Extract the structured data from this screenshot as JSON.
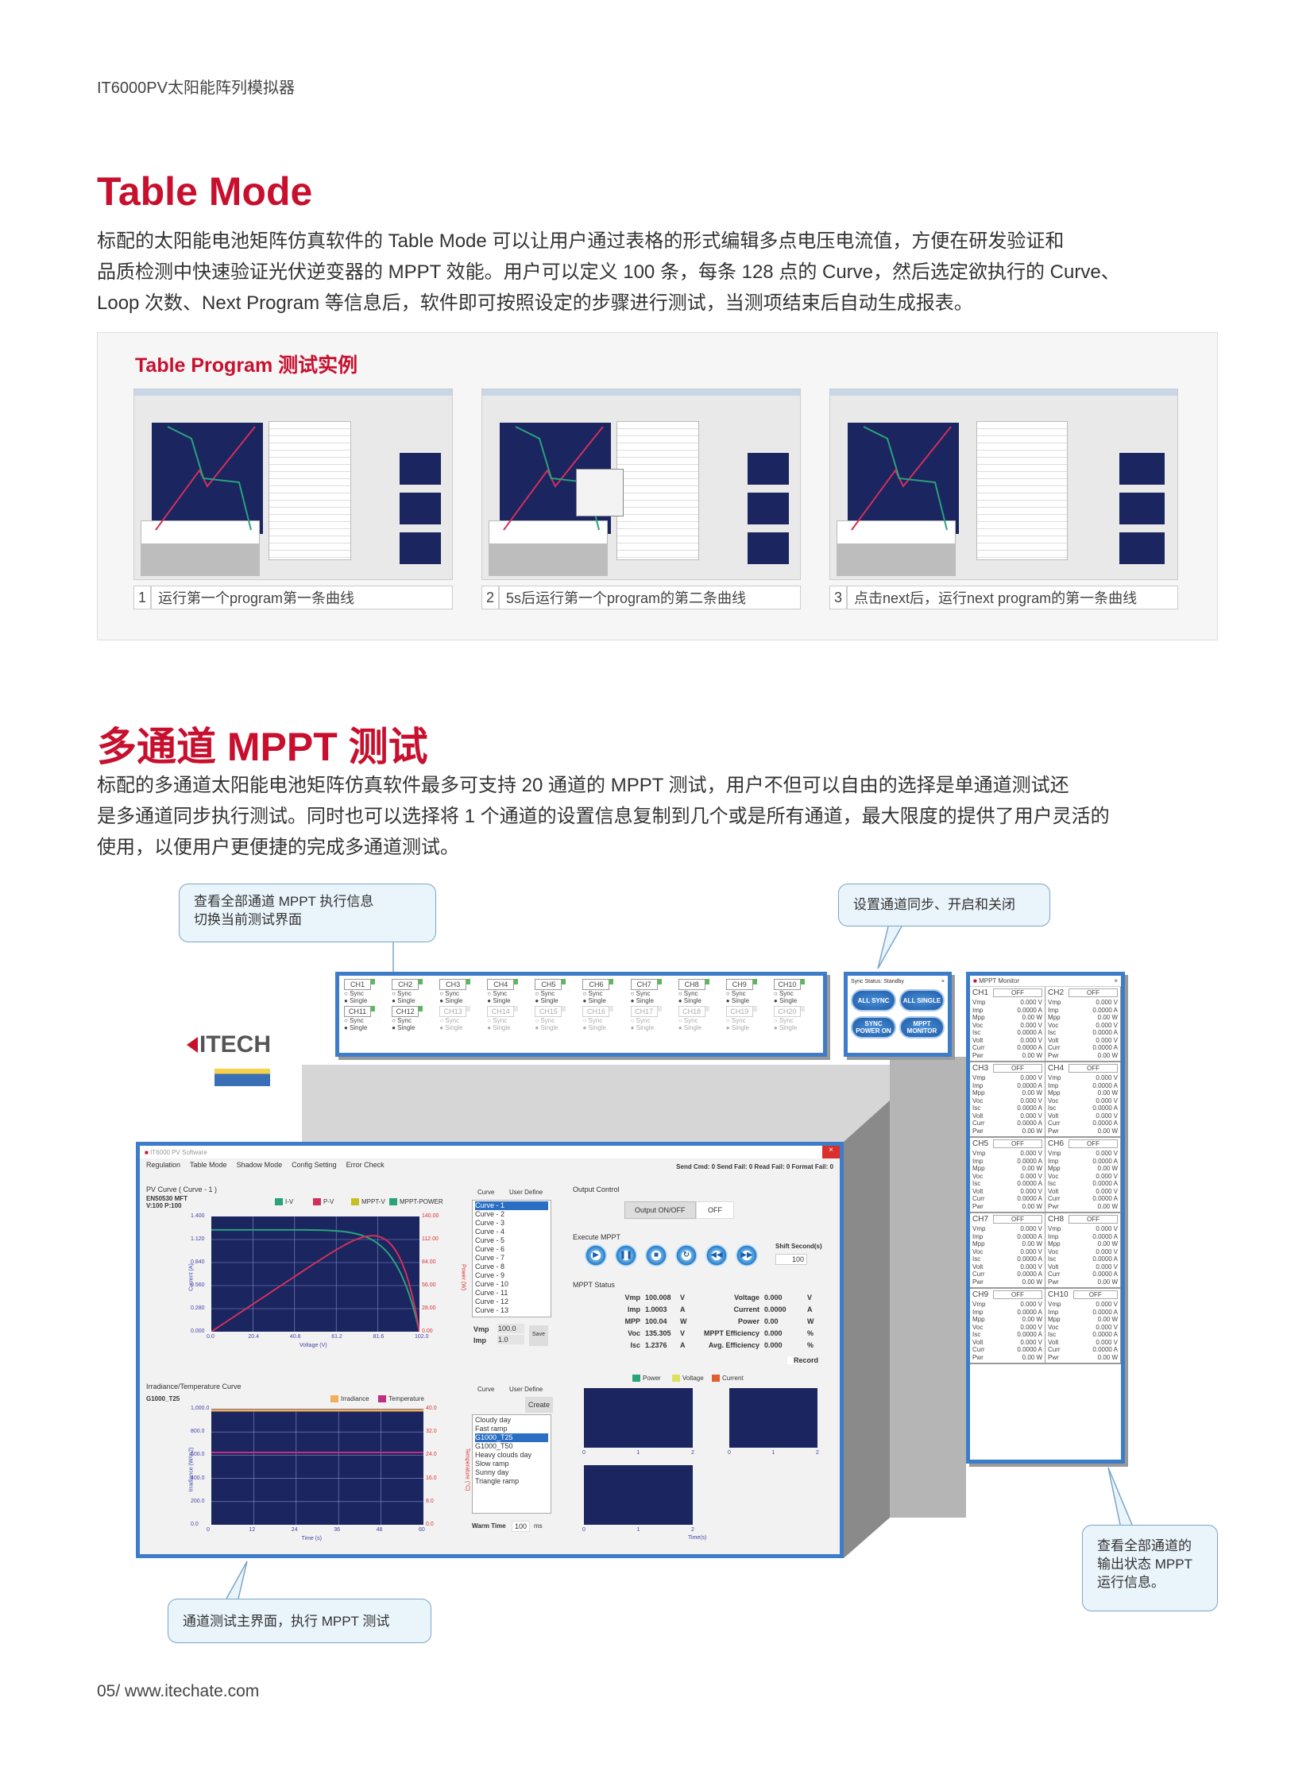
{
  "header": {
    "doc_title": "IT6000PV太阳能阵列模拟器"
  },
  "table_mode": {
    "title": "Table Mode",
    "paragraph": [
      "标配的太阳能电池矩阵仿真软件的 Table Mode 可以让用户通过表格的形式编辑多点电压电流值，方便在研发验证和",
      "品质检测中快速验证光伏逆变器的 MPPT 效能。用户可以定义 100 条，每条 128 点的 Curve，然后选定欲执行的 Curve、",
      "Loop 次数、Next Program 等信息后，软件即可按照设定的步骤进行测试，当测项结束后自动生成报表。"
    ]
  },
  "table_program": {
    "title": "Table Program 测试实例",
    "examples": [
      {
        "num": "1",
        "caption": "运行第一个program第一条曲线"
      },
      {
        "num": "2",
        "caption": "5s后运行第一个program的第二条曲线"
      },
      {
        "num": "3",
        "caption": "点击next后，运行next program的第一条曲线"
      }
    ]
  },
  "mppt_section": {
    "title": "多通道 MPPT 测试",
    "paragraph": [
      "标配的多通道太阳能电池矩阵仿真软件最多可支持 20 通道的 MPPT 测试，用户不但可以自由的选择是单通道测试还",
      "是多通道同步执行测试。同时也可以选择将 1 个通道的设置信息复制到几个或是所有通道，最大限度的提供了用户灵活的",
      "使用，以便用户更便捷的完成多通道测试。"
    ]
  },
  "callouts": {
    "view_all": [
      "查看全部通道 MPPT 执行信息",
      "切换当前测试界面"
    ],
    "sync": "设置通道同步、开启和关闭",
    "main": "通道测试主界面，执行 MPPT 测试",
    "monitor": [
      "查看全部通道的",
      "输出状态 MPPT",
      "运行信息。"
    ]
  },
  "logo": "ITECH",
  "channel_panel": {
    "channels": [
      "CH1",
      "CH2",
      "CH3",
      "CH4",
      "CH5",
      "CH6",
      "CH7",
      "CH8",
      "CH9",
      "CH10",
      "CH11",
      "CH12",
      "CH13",
      "CH14",
      "CH15",
      "CH16",
      "CH17",
      "CH18",
      "CH19",
      "CH20"
    ],
    "active_count": 12,
    "sync_label": "Sync",
    "single_label": "Single"
  },
  "sync_panel": {
    "title": "Sync Status: Standby",
    "buttons": [
      "ALL SYNC",
      "ALL SINGLE",
      "SYNC POWER ON",
      "MPPT MONITOR"
    ]
  },
  "monitor": {
    "title": "MPPT Monitor",
    "channels": [
      {
        "name": "CH1",
        "state": "OFF"
      },
      {
        "name": "CH2",
        "state": "OFF"
      },
      {
        "name": "CH3",
        "state": "OFF"
      },
      {
        "name": "CH4",
        "state": "OFF"
      },
      {
        "name": "CH5",
        "state": "OFF"
      },
      {
        "name": "CH6",
        "state": "OFF"
      },
      {
        "name": "CH7",
        "state": "OFF"
      },
      {
        "name": "CH8",
        "state": "OFF"
      },
      {
        "name": "CH9",
        "state": "OFF"
      },
      {
        "name": "CH10",
        "state": "OFF"
      }
    ],
    "rows": [
      {
        "label": "Vmp",
        "value": "0.000 V"
      },
      {
        "label": "Imp",
        "value": "0.0000 A"
      },
      {
        "label": "Mpp",
        "value": "0.00 W"
      },
      {
        "label": "Voc",
        "value": "0.000 V"
      },
      {
        "label": "Isc",
        "value": "0.0000 A"
      },
      {
        "label": "Volt",
        "value": "0.000 V"
      },
      {
        "label": "Curr",
        "value": "0.0000 A"
      },
      {
        "label": "Pwr",
        "value": "0.00 W"
      }
    ]
  },
  "main_window": {
    "title": "IT6000 PV Software",
    "menu": [
      "Regulation",
      "Table Mode",
      "Shadow Mode",
      "Config Setting",
      "Error Check"
    ],
    "status": "Send Cmd: 0  Send Fail: 0  Read Fail: 0  Format Fail: 0",
    "pv": {
      "title": "PV Curve ( Curve - 1 )",
      "info1": "EN50530 MFT",
      "info2": "V:100  P:100",
      "legend": [
        "I-V",
        "P-V",
        "MPPT-V",
        "MPPT-POWER"
      ],
      "yticks": [
        "1.400",
        "1.120",
        "0.840",
        "0.560",
        "0.280",
        "0.000"
      ],
      "rticks": [
        "140.00",
        "112.00",
        "84.00",
        "56.00",
        "28.00",
        "0.00"
      ],
      "xticks": [
        "0.0",
        "20.4",
        "40.8",
        "61.2",
        "81.6",
        "102.0"
      ],
      "xlabel": "Voltage (V)",
      "ylabel": "Current (A)",
      "rlabel": "Power (W)",
      "voc": 135.3,
      "isc": 1.2376,
      "vmp": 100.0,
      "imp": 1.0
    },
    "curve_tabs": [
      "Curve",
      "User Define"
    ],
    "curves": [
      "Curve - 1",
      "Curve - 2",
      "Curve - 3",
      "Curve - 4",
      "Curve - 5",
      "Curve - 6",
      "Curve - 7",
      "Curve - 8",
      "Curve - 9",
      "Curve - 10",
      "Curve - 11",
      "Curve - 12",
      "Curve - 13"
    ],
    "vmp_label": "Vmp",
    "vmp_value": "100.0",
    "imp_label": "Imp",
    "imp_value": "1.0",
    "save": "Save",
    "output": {
      "title": "Output Control",
      "button": "Output ON/OFF",
      "state": "OFF"
    },
    "execute": {
      "title": "Execute MPPT",
      "shift_label": "Shift Second(s)",
      "shift_value": "100"
    },
    "mppt_status": {
      "title": "MPPT Status",
      "left": [
        {
          "k": "Vmp",
          "v": "100.008",
          "u": "V"
        },
        {
          "k": "Imp",
          "v": "1.0003",
          "u": "A"
        },
        {
          "k": "MPP",
          "v": "100.04",
          "u": "W"
        },
        {
          "k": "Voc",
          "v": "135.305",
          "u": "V"
        },
        {
          "k": "Isc",
          "v": "1.2376",
          "u": "A"
        }
      ],
      "right": [
        {
          "k": "Voltage",
          "v": "0.000",
          "u": "V"
        },
        {
          "k": "Current",
          "v": "0.0000",
          "u": "A"
        },
        {
          "k": "Power",
          "v": "0.00",
          "u": "W"
        },
        {
          "k": "MPPT Efficiency",
          "v": "0.000",
          "u": "%"
        },
        {
          "k": "Avg. Efficiency",
          "v": "0.000",
          "u": "%"
        }
      ],
      "record": "Record"
    },
    "irr": {
      "title": "Irradiance/Temperature Curve",
      "name": "G1000_T25",
      "legend": [
        "Irradiance",
        "Temperature"
      ],
      "yticks": [
        "1,000.0",
        "800.0",
        "600.0",
        "400.0",
        "200.0",
        "0.0"
      ],
      "rticks": [
        "40.0",
        "32.0",
        "24.0",
        "16.0",
        "8.0",
        "0.0"
      ],
      "xticks": [
        "0",
        "12",
        "24",
        "36",
        "48",
        "60"
      ],
      "xlabel": "Time (s)",
      "ylabel": "Irradiance (W/m2)",
      "rlabel": "Temperature (°C)"
    },
    "irr_list": [
      "Cloudy day",
      "Fast ramp",
      "G1000_T25",
      "G1000_T50",
      "Heavy clouds day",
      "Slow ramp",
      "Sunny day",
      "Triangle ramp"
    ],
    "create": "Create",
    "warm": {
      "label": "Warm Time",
      "value": "100",
      "unit": "ms"
    },
    "small_legend": [
      "Power",
      "Voltage",
      "Current"
    ],
    "small_xticks": [
      "0",
      "1",
      "2"
    ],
    "small_xlabel": "Time(s)"
  },
  "footer": "05/ www.itechate.com",
  "colors": {
    "accent": "#c8102e",
    "panel_border": "#3d7cc9",
    "plot_bg": "#1b2560"
  }
}
